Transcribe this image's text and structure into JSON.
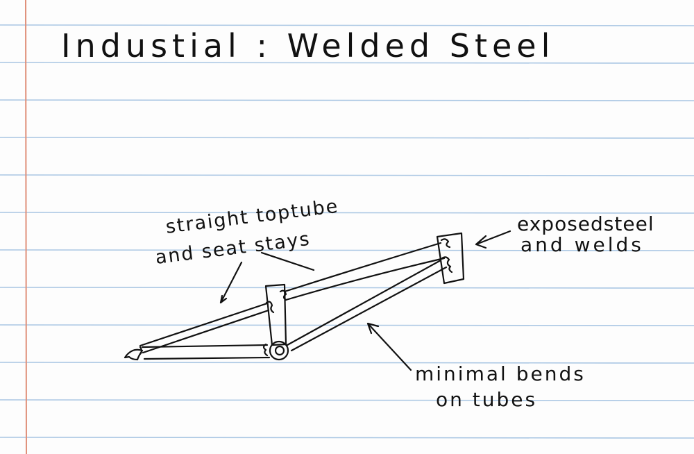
{
  "title": "Industial : Welded   Steel",
  "annotations": {
    "top_tube_line1": "straight toptube",
    "top_tube_line2": "and  seat  stays",
    "welds_line1": "exposedsteel",
    "welds_line2": "and  welds",
    "bends_line1": "minimal bends",
    "bends_line2": "on tubes"
  },
  "colors": {
    "rule_line": "#a9c6e3",
    "margin_line": "#e0907a",
    "ink": "#111111"
  }
}
